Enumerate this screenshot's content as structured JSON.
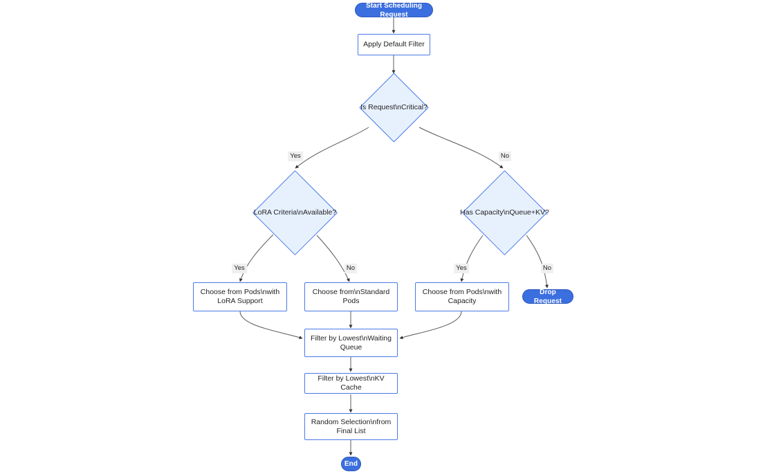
{
  "diagram": {
    "type": "flowchart",
    "title": "Start Scheduling Request",
    "background": "#ffffff",
    "colors": {
      "terminal_fill": "#3b6fe0",
      "terminal_text": "#ffffff",
      "process_fill": "#ffffff",
      "process_border": "#4a79e8",
      "decision_fill": "#e7f1fd",
      "decision_border": "#4a79e8",
      "edge_stroke": "#58585d",
      "edge_label_bg": "#efefef",
      "text": "#1f1f23"
    },
    "nodes": {
      "start": {
        "label": "Start Scheduling Request",
        "shape": "stadium"
      },
      "apply_filter": {
        "label": "Apply Default Filter",
        "shape": "rect"
      },
      "is_critical": {
        "label": "Is Request\\nCritical?",
        "shape": "diamond"
      },
      "lora_criteria": {
        "label": "LoRA Criteria\\nAvailable?",
        "shape": "diamond"
      },
      "has_capacity": {
        "label": "Has Capacity\\nQueue+KV?",
        "shape": "diamond"
      },
      "pods_lora": {
        "label": "Choose from Pods\\nwith\nLoRA Support",
        "shape": "rect"
      },
      "pods_standard": {
        "label": "Choose from\\nStandard\nPods",
        "shape": "rect"
      },
      "pods_capacity": {
        "label": "Choose from Pods\\nwith\nCapacity",
        "shape": "rect"
      },
      "drop_request": {
        "label": "Drop Request",
        "shape": "stadium"
      },
      "filter_queue": {
        "label": "Filter by Lowest\\nWaiting\nQueue",
        "shape": "rect"
      },
      "filter_kv": {
        "label": "Filter by Lowest\\nKV Cache",
        "shape": "rect"
      },
      "random_selection": {
        "label": "Random Selection\\nfrom\nFinal List",
        "shape": "rect"
      },
      "end": {
        "label": "End",
        "shape": "stadium"
      }
    },
    "edge_labels": {
      "critical_yes": "Yes",
      "critical_no": "No",
      "lora_yes": "Yes",
      "lora_no": "No",
      "capacity_yes": "Yes",
      "capacity_no": "No"
    },
    "edges": [
      {
        "from": "start",
        "to": "apply_filter",
        "label": ""
      },
      {
        "from": "apply_filter",
        "to": "is_critical",
        "label": ""
      },
      {
        "from": "is_critical",
        "to": "lora_criteria",
        "label": "Yes"
      },
      {
        "from": "is_critical",
        "to": "has_capacity",
        "label": "No"
      },
      {
        "from": "lora_criteria",
        "to": "pods_lora",
        "label": "Yes"
      },
      {
        "from": "lora_criteria",
        "to": "pods_standard",
        "label": "No"
      },
      {
        "from": "has_capacity",
        "to": "pods_capacity",
        "label": "Yes"
      },
      {
        "from": "has_capacity",
        "to": "drop_request",
        "label": "No"
      },
      {
        "from": "pods_lora",
        "to": "filter_queue",
        "label": ""
      },
      {
        "from": "pods_standard",
        "to": "filter_queue",
        "label": ""
      },
      {
        "from": "pods_capacity",
        "to": "filter_queue",
        "label": ""
      },
      {
        "from": "filter_queue",
        "to": "filter_kv",
        "label": ""
      },
      {
        "from": "filter_kv",
        "to": "random_selection",
        "label": ""
      },
      {
        "from": "random_selection",
        "to": "end",
        "label": ""
      }
    ]
  }
}
